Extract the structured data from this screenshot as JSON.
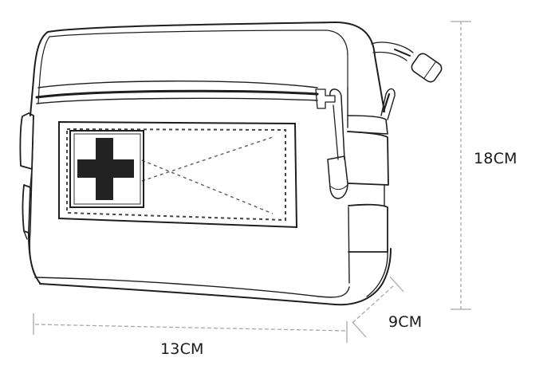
{
  "diagram": {
    "subject": "medical pouch with first-aid cross patch",
    "patch_icon": "medical-cross-icon",
    "colors": {
      "background": "#ffffff",
      "outline": "#1e1e1e",
      "cross_fill": "#222222",
      "dimension_line": "#a8a8a8",
      "label_text": "#1a1a1a"
    },
    "dimensions": {
      "height": {
        "value": 18,
        "unit": "CM",
        "label": "18CM"
      },
      "depth": {
        "value": 9,
        "unit": "CM",
        "label": "9CM"
      },
      "width": {
        "value": 13,
        "unit": "CM",
        "label": "13CM"
      }
    }
  }
}
